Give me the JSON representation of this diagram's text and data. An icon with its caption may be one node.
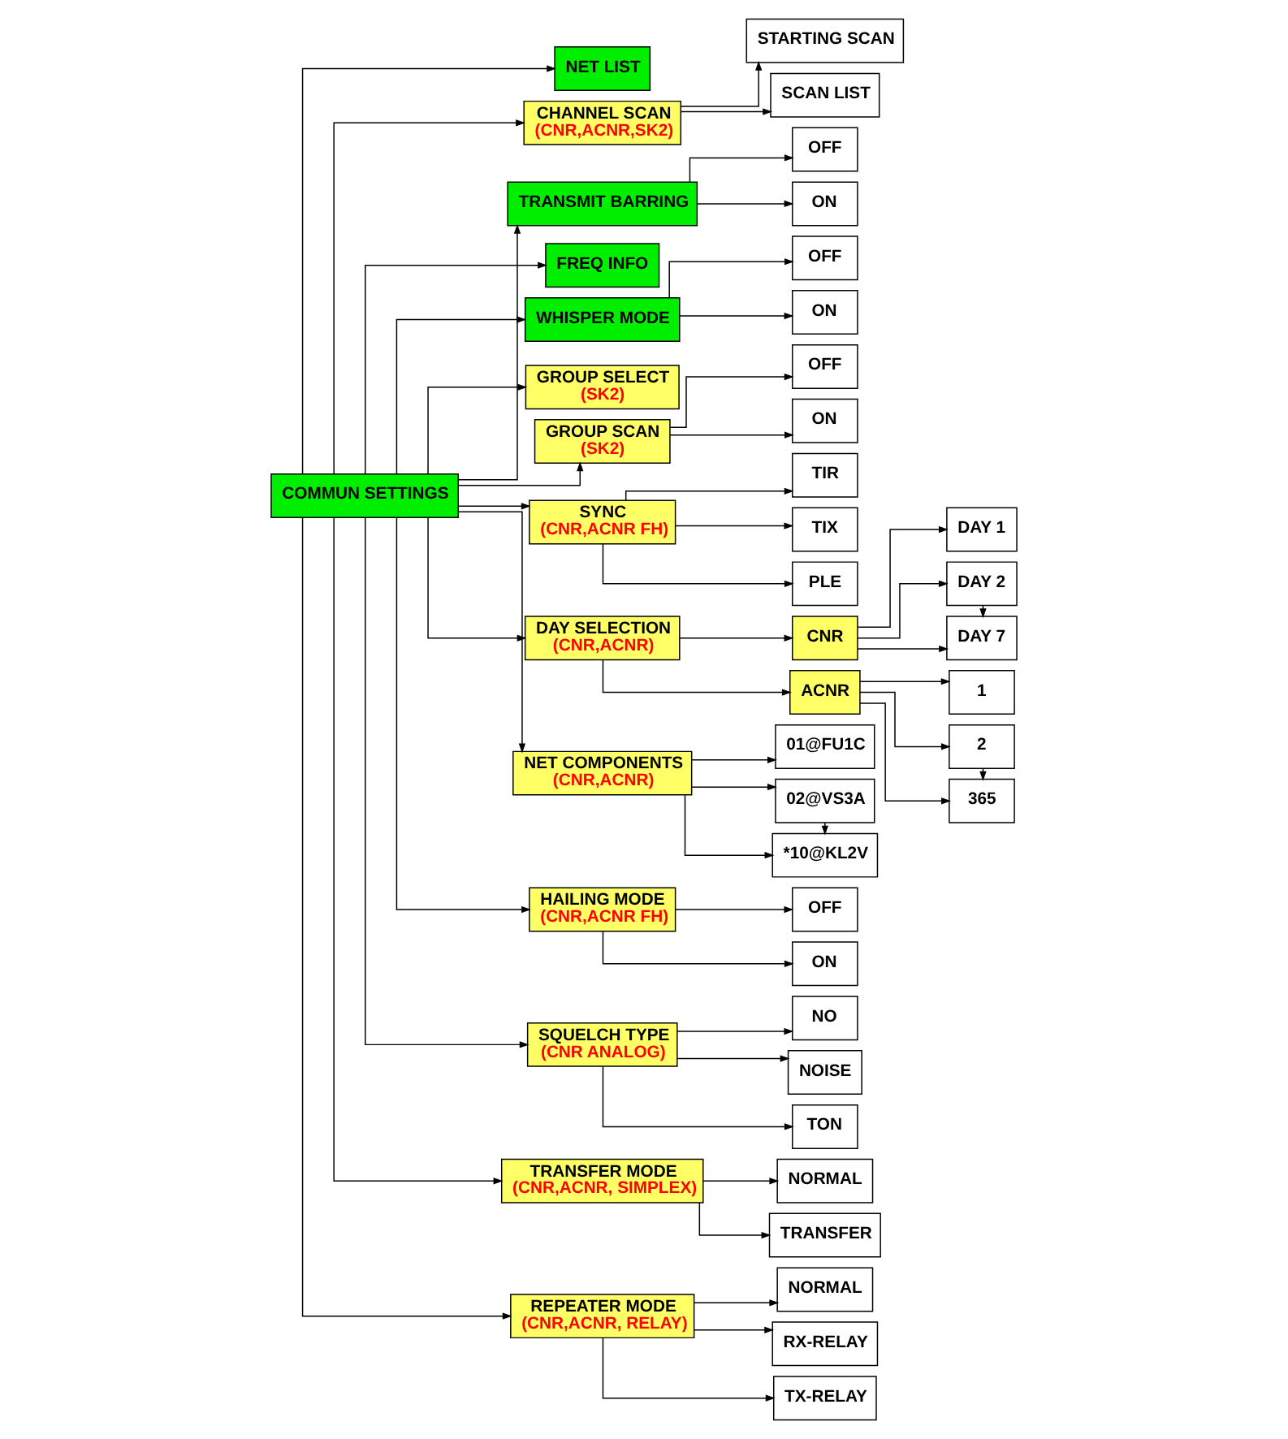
{
  "diagram": {
    "nodes": [
      {
        "text": [
          "COMMUN SETTINGS"
        ]
      },
      {
        "text": [
          "NET LIST"
        ]
      },
      {
        "text": [
          "CHANNEL SCAN",
          "(CNR,ACNR,SK2)"
        ]
      },
      {
        "text": [
          "STARTING SCAN"
        ]
      },
      {
        "text": [
          "SCAN LIST"
        ]
      },
      {
        "text": [
          "TRANSMIT BARRING"
        ]
      },
      {
        "text": [
          "OFF"
        ]
      },
      {
        "text": [
          "ON"
        ]
      },
      {
        "text": [
          "FREQ INFO"
        ]
      },
      {
        "text": [
          "WHISPER MODE"
        ]
      },
      {
        "text": [
          "OFF"
        ]
      },
      {
        "text": [
          "ON"
        ]
      },
      {
        "text": [
          "GROUP SELECT",
          "(SK2)"
        ]
      },
      {
        "text": [
          "GROUP SCAN",
          "(SK2)"
        ]
      },
      {
        "text": [
          "OFF"
        ]
      },
      {
        "text": [
          "ON"
        ]
      },
      {
        "text": [
          "SYNC",
          "(CNR,ACNR FH)"
        ]
      },
      {
        "text": [
          "TIR"
        ]
      },
      {
        "text": [
          "TIX"
        ]
      },
      {
        "text": [
          "PLE"
        ]
      },
      {
        "text": [
          "DAY SELECTION",
          "(CNR,ACNR)"
        ]
      },
      {
        "text": [
          "CNR"
        ]
      },
      {
        "text": [
          "ACNR"
        ]
      },
      {
        "text": [
          "DAY 1"
        ]
      },
      {
        "text": [
          "DAY 2"
        ]
      },
      {
        "text": [
          "DAY 7"
        ]
      },
      {
        "text": [
          "1"
        ]
      },
      {
        "text": [
          "2"
        ]
      },
      {
        "text": [
          "365"
        ]
      },
      {
        "text": [
          "NET COMPONENTS",
          "(CNR,ACNR)"
        ]
      },
      {
        "text": [
          "01@FU1C"
        ]
      },
      {
        "text": [
          "02@VS3A"
        ]
      },
      {
        "text": [
          "*10@KL2V"
        ]
      },
      {
        "text": [
          "HAILING MODE",
          "(CNR,ACNR FH)"
        ]
      },
      {
        "text": [
          "OFF"
        ]
      },
      {
        "text": [
          "ON"
        ]
      },
      {
        "text": [
          "SQUELCH TYPE",
          "(CNR ANALOG)"
        ]
      },
      {
        "text": [
          "NO"
        ]
      },
      {
        "text": [
          "NOISE"
        ]
      },
      {
        "text": [
          "TON"
        ]
      },
      {
        "text": [
          "TRANSFER MODE",
          "(CNR,ACNR, SIMPLEX)"
        ]
      },
      {
        "text": [
          "NORMAL"
        ]
      },
      {
        "text": [
          "TRANSFER"
        ]
      },
      {
        "text": [
          "REPEATER MODE",
          "(CNR,ACNR, RELAY)"
        ]
      },
      {
        "text": [
          "NORMAL"
        ]
      },
      {
        "text": [
          "RX-RELAY"
        ]
      },
      {
        "text": [
          "TX-RELAY"
        ]
      }
    ],
    "edges": [
      {
        "from": 0,
        "to": 1,
        "arrow": "to"
      },
      {
        "from": 0,
        "to": 2,
        "arrow": "to"
      },
      {
        "from": 2,
        "to": 3,
        "arrow": "to"
      },
      {
        "from": 2,
        "to": 4,
        "arrow": "to"
      },
      {
        "from": 0,
        "to": 5,
        "arrow": "to"
      },
      {
        "from": 5,
        "to": 6,
        "arrow": "to"
      },
      {
        "from": 5,
        "to": 7,
        "arrow": "to"
      },
      {
        "from": 0,
        "to": 8,
        "arrow": "to"
      },
      {
        "from": 0,
        "to": 9,
        "arrow": "to"
      },
      {
        "from": 9,
        "to": 10,
        "arrow": "to"
      },
      {
        "from": 9,
        "to": 11,
        "arrow": "to"
      },
      {
        "from": 0,
        "to": 12,
        "arrow": "to"
      },
      {
        "from": 0,
        "to": 13,
        "arrow": "to"
      },
      {
        "from": 13,
        "to": 14,
        "arrow": "to"
      },
      {
        "from": 13,
        "to": 15,
        "arrow": "to"
      },
      {
        "from": 0,
        "to": 16,
        "arrow": "to"
      },
      {
        "from": 16,
        "to": 17,
        "arrow": "to"
      },
      {
        "from": 16,
        "to": 18,
        "arrow": "to"
      },
      {
        "from": 16,
        "to": 19,
        "arrow": "to"
      },
      {
        "from": 0,
        "to": 20,
        "arrow": "to"
      },
      {
        "from": 20,
        "to": 21,
        "arrow": "to"
      },
      {
        "from": 20,
        "to": 22,
        "arrow": "to"
      },
      {
        "from": 21,
        "to": 23,
        "arrow": "to"
      },
      {
        "from": 21,
        "to": 24,
        "arrow": "to"
      },
      {
        "from": 21,
        "to": 25,
        "arrow": "to"
      },
      {
        "from": 24,
        "to": 25,
        "arrow": "to",
        "style": "dashed"
      },
      {
        "from": 22,
        "to": 26,
        "arrow": "to"
      },
      {
        "from": 22,
        "to": 27,
        "arrow": "to"
      },
      {
        "from": 22,
        "to": 28,
        "arrow": "to"
      },
      {
        "from": 27,
        "to": 28,
        "arrow": "to",
        "style": "dashed"
      },
      {
        "from": 0,
        "to": 29,
        "arrow": "to"
      },
      {
        "from": 29,
        "to": 30,
        "arrow": "to"
      },
      {
        "from": 29,
        "to": 31,
        "arrow": "to"
      },
      {
        "from": 29,
        "to": 32,
        "arrow": "to"
      },
      {
        "from": 31,
        "to": 32,
        "arrow": "to",
        "style": "dashed"
      },
      {
        "from": 0,
        "to": 33,
        "arrow": "to"
      },
      {
        "from": 33,
        "to": 34,
        "arrow": "to"
      },
      {
        "from": 33,
        "to": 35,
        "arrow": "to"
      },
      {
        "from": 0,
        "to": 36,
        "arrow": "to"
      },
      {
        "from": 36,
        "to": 37,
        "arrow": "to"
      },
      {
        "from": 36,
        "to": 38,
        "arrow": "to"
      },
      {
        "from": 36,
        "to": 39,
        "arrow": "to"
      },
      {
        "from": 0,
        "to": 40,
        "arrow": "to"
      },
      {
        "from": 40,
        "to": 41,
        "arrow": "to"
      },
      {
        "from": 40,
        "to": 42,
        "arrow": "to"
      },
      {
        "from": 0,
        "to": 43,
        "arrow": "to"
      },
      {
        "from": 43,
        "to": 44,
        "arrow": "to"
      },
      {
        "from": 43,
        "to": 45,
        "arrow": "to"
      },
      {
        "from": 43,
        "to": 46,
        "arrow": "to"
      }
    ]
  }
}
